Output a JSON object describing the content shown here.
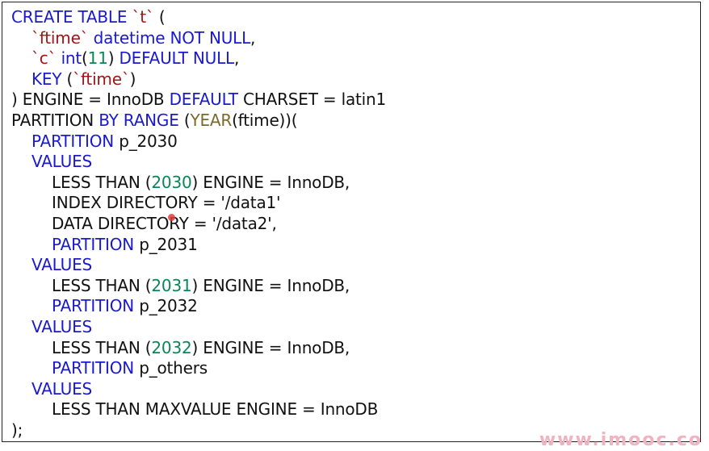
{
  "code_lines": [
    [
      {
        "t": "kw",
        "v": "CREATE TABLE "
      },
      {
        "t": "id",
        "v": "`t`"
      },
      {
        "t": "txt",
        "v": " ("
      }
    ],
    [
      {
        "t": "id",
        "v": "`ftime`"
      },
      {
        "t": "kw",
        "v": " datetime NOT NULL"
      },
      {
        "t": "txt",
        "v": ","
      }
    ],
    [
      {
        "t": "id",
        "v": "`c`"
      },
      {
        "t": "kw",
        "v": " int"
      },
      {
        "t": "txt",
        "v": "("
      },
      {
        "t": "num",
        "v": "11"
      },
      {
        "t": "txt",
        "v": ") "
      },
      {
        "t": "kw",
        "v": "DEFAULT NULL"
      },
      {
        "t": "txt",
        "v": ","
      }
    ],
    [
      {
        "t": "kw",
        "v": "KEY "
      },
      {
        "t": "txt",
        "v": "("
      },
      {
        "t": "id",
        "v": "`ftime`"
      },
      {
        "t": "txt",
        "v": ")"
      }
    ],
    [
      {
        "t": "txt",
        "v": ") ENGINE = InnoDB "
      },
      {
        "t": "kw",
        "v": "DEFAULT"
      },
      {
        "t": "txt",
        "v": " CHARSET = latin1"
      }
    ],
    [
      {
        "t": "txt",
        "v": "PARTITION "
      },
      {
        "t": "kw",
        "v": "BY RANGE "
      },
      {
        "t": "txt",
        "v": "("
      },
      {
        "t": "fn",
        "v": "YEAR"
      },
      {
        "t": "txt",
        "v": "(ftime))("
      }
    ],
    [
      {
        "t": "kw",
        "v": "PARTITION"
      },
      {
        "t": "txt",
        "v": " p_2030"
      }
    ],
    [
      {
        "t": "kw",
        "v": "VALUES"
      }
    ],
    [
      {
        "t": "txt",
        "v": "LESS THAN ("
      },
      {
        "t": "num",
        "v": "2030"
      },
      {
        "t": "txt",
        "v": ") ENGINE = InnoDB,"
      }
    ],
    [
      {
        "t": "txt",
        "v": "INDEX DIRECTORY = '/data1'"
      }
    ],
    [
      {
        "t": "txt",
        "v": "DATA DIRECTORY = '/data2',"
      }
    ],
    [
      {
        "t": "kw",
        "v": "PARTITION"
      },
      {
        "t": "txt",
        "v": " p_2031"
      }
    ],
    [
      {
        "t": "kw",
        "v": "VALUES"
      }
    ],
    [
      {
        "t": "txt",
        "v": "LESS THAN ("
      },
      {
        "t": "num",
        "v": "2031"
      },
      {
        "t": "txt",
        "v": ") ENGINE = InnoDB,"
      }
    ],
    [
      {
        "t": "kw",
        "v": "PARTITION"
      },
      {
        "t": "txt",
        "v": " p_2032"
      }
    ],
    [
      {
        "t": "kw",
        "v": "VALUES"
      }
    ],
    [
      {
        "t": "txt",
        "v": "LESS THAN ("
      },
      {
        "t": "num",
        "v": "2032"
      },
      {
        "t": "txt",
        "v": ") ENGINE = InnoDB,"
      }
    ],
    [
      {
        "t": "kw",
        "v": "PARTITION"
      },
      {
        "t": "txt",
        "v": " p_others"
      }
    ],
    [
      {
        "t": "kw",
        "v": "VALUES"
      }
    ],
    [
      {
        "t": "txt",
        "v": "LESS THAN MAXVALUE ENGINE = InnoDB"
      }
    ],
    [
      {
        "t": "txt",
        "v": ");"
      }
    ]
  ],
  "line_indents": [
    0,
    1,
    1,
    1,
    0,
    0,
    1,
    1,
    2,
    2,
    2,
    2,
    1,
    2,
    2,
    1,
    2,
    2,
    1,
    2,
    0
  ],
  "colors": {
    "keyword": "#1a1acc",
    "identifier": "#a31515",
    "number": "#098658",
    "function": "#7a6a2a",
    "text": "#111111",
    "watermark": "#f0b3bf"
  },
  "watermark": {
    "text": "www.imooc.co"
  }
}
